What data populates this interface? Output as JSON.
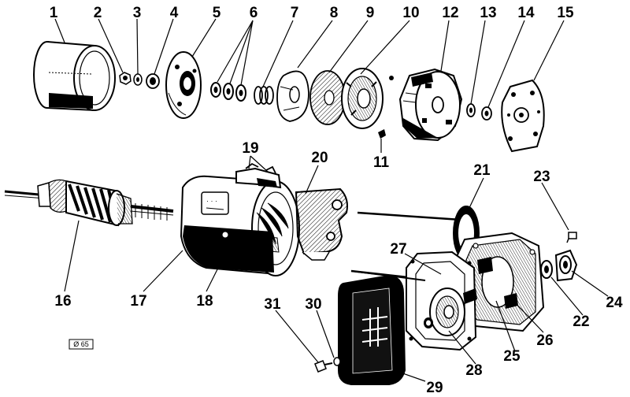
{
  "figure": {
    "reference_code": "Ø 65",
    "callouts": [
      {
        "id": "1",
        "label": "1"
      },
      {
        "id": "2",
        "label": "2"
      },
      {
        "id": "3",
        "label": "3"
      },
      {
        "id": "4",
        "label": "4"
      },
      {
        "id": "5",
        "label": "5"
      },
      {
        "id": "6",
        "label": "6"
      },
      {
        "id": "7",
        "label": "7"
      },
      {
        "id": "8",
        "label": "8"
      },
      {
        "id": "9",
        "label": "9"
      },
      {
        "id": "10",
        "label": "10"
      },
      {
        "id": "11",
        "label": "11"
      },
      {
        "id": "12",
        "label": "12"
      },
      {
        "id": "13",
        "label": "13"
      },
      {
        "id": "14",
        "label": "14"
      },
      {
        "id": "15",
        "label": "15"
      },
      {
        "id": "16",
        "label": "16"
      },
      {
        "id": "17",
        "label": "17"
      },
      {
        "id": "18",
        "label": "18"
      },
      {
        "id": "19",
        "label": "19"
      },
      {
        "id": "20",
        "label": "20"
      },
      {
        "id": "21",
        "label": "21"
      },
      {
        "id": "22",
        "label": "22"
      },
      {
        "id": "23",
        "label": "23"
      },
      {
        "id": "24",
        "label": "24"
      },
      {
        "id": "25",
        "label": "25"
      },
      {
        "id": "26",
        "label": "26"
      },
      {
        "id": "27",
        "label": "27"
      },
      {
        "id": "28",
        "label": "28"
      },
      {
        "id": "29",
        "label": "29"
      },
      {
        "id": "30",
        "label": "30"
      },
      {
        "id": "31",
        "label": "31"
      }
    ]
  }
}
